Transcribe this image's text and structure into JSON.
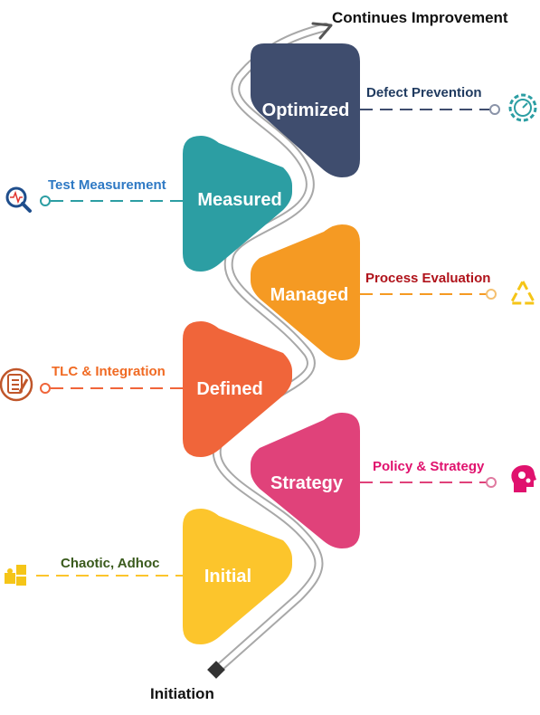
{
  "top_label": "Continues  Improvement",
  "bottom_label": "Initiation",
  "stages": [
    {
      "name": "Optimized",
      "side_label": "Defect Prevention",
      "color": "#3f4d6e",
      "label_color": "#1f3a5f",
      "icon": "gear-speedometer-icon"
    },
    {
      "name": "Measured",
      "side_label": "Test Measurement",
      "color": "#2c9ea3",
      "label_color": "#2e79c4",
      "icon": "magnifier-pulse-icon"
    },
    {
      "name": "Managed",
      "side_label": "Process Evaluation",
      "color": "#f59a23",
      "label_color": "#b0131b",
      "icon": "recycle-icon"
    },
    {
      "name": "Defined",
      "side_label": "TLC & Integration",
      "color": "#f0653a",
      "label_color": "#f06a23",
      "icon": "checklist-icon"
    },
    {
      "name": "Strategy",
      "side_label": "Policy & Strategy",
      "color": "#e0427a",
      "label_color": "#e0126e",
      "icon": "head-gears-icon"
    },
    {
      "name": "Initial",
      "side_label": "Chaotic, Adhoc",
      "color": "#fcc52c",
      "label_color": "#3a5a1c",
      "icon": "puzzle-icon"
    }
  ]
}
